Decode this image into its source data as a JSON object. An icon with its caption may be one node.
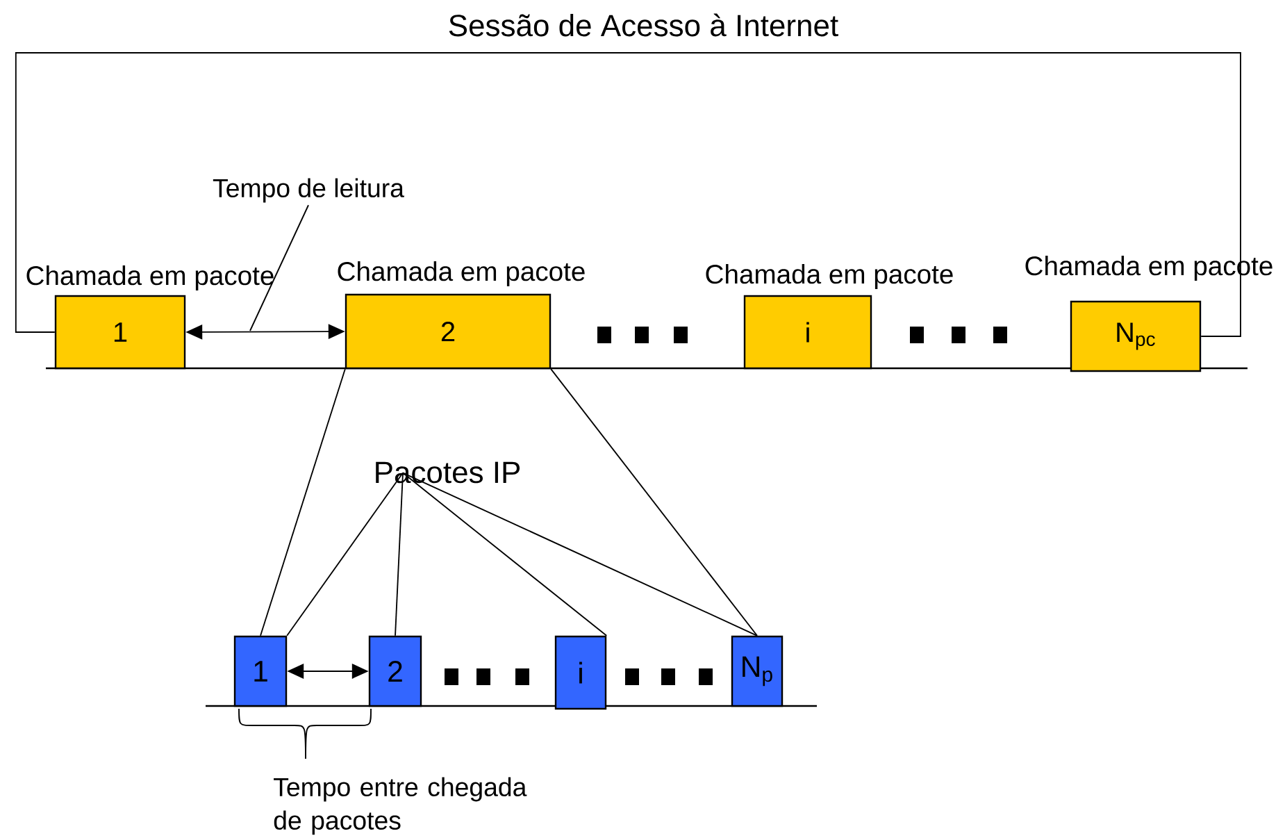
{
  "diagram": {
    "nodes": [
      {
        "text": [
          "1"
        ],
        "beside": [
          "Chamada em pacote"
        ]
      },
      {
        "text": [
          "2"
        ],
        "beside": [
          "Chamada em pacote"
        ]
      },
      {
        "text": [
          "i"
        ],
        "beside": [
          "Chamada em pacote"
        ]
      },
      {
        "text": [
          "N$_{pc}$"
        ],
        "beside": [
          "Chamada em pacote"
        ]
      },
      {
        "text": [
          "Tempo de leitura"
        ]
      },
      {
        "text": [
          "Pacotes IP"
        ]
      },
      {
        "text": [
          "1"
        ]
      },
      {
        "text": [
          "2"
        ]
      },
      {
        "text": [
          "i"
        ]
      },
      {
        "text": [
          "N$_{p}$"
        ]
      }
    ],
    "edges": [
      {
        "from": 0,
        "to": 3,
        "arrow": "none",
        "label": "Sessão de Acesso à Internet"
      },
      {
        "from": 0,
        "to": 1,
        "arrow": "both"
      },
      {
        "from": 4,
        "to": null,
        "arrow": "none"
      },
      {
        "from": 1,
        "to": 6,
        "arrow": "none"
      },
      {
        "from": 1,
        "to": 9,
        "arrow": "none"
      },
      {
        "from": 5,
        "to": 6,
        "arrow": "none"
      },
      {
        "from": 5,
        "to": 7,
        "arrow": "none"
      },
      {
        "from": 5,
        "to": 8,
        "arrow": "none"
      },
      {
        "from": 5,
        "to": 9,
        "arrow": "none"
      },
      {
        "from": 6,
        "to": 7,
        "arrow": "both"
      }
    ],
    "labels": [
      "Tempo entre chegada de pacotes"
    ]
  }
}
